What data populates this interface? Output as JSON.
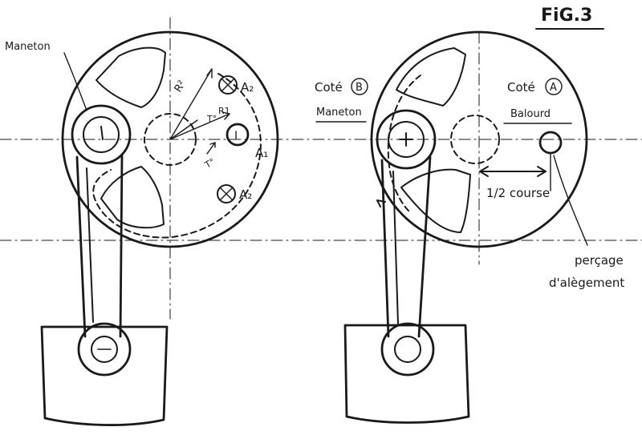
{
  "figure": {
    "title": "FiG.3"
  },
  "left_view": {
    "maneton_label": "Maneton",
    "radius_large": "R²",
    "radius_small": "R1",
    "torque_label": "T°",
    "torque_label_2": "T°",
    "hole_a2_top": "A₂",
    "hole_a2_bottom": "A₂",
    "arc_a1": "A₁",
    "hole_center_mark": "I"
  },
  "right_view": {
    "side_b_label": "Coté",
    "side_b_letter": "B",
    "maneton_label": "Maneton",
    "side_a_label": "Coté",
    "side_a_letter": "A",
    "balourd_label": "Balourd",
    "half_stroke_label": "1/2 course",
    "drilling_label_1": "perçage",
    "drilling_label_2": "d'alègement"
  }
}
